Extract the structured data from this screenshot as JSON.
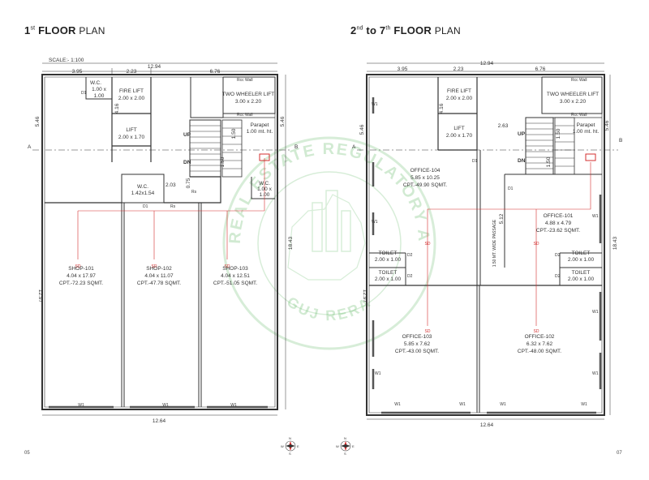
{
  "left_plan": {
    "title_prefix": "1",
    "title_sup": "st",
    "title_bold": "FLOOR",
    "title_light": "PLAN",
    "scale": "SCALE:- 1:100",
    "dims": {
      "total_width": "12.94",
      "w1": "3.95",
      "w2": "2.23",
      "w3": "6.76",
      "bottom_width": "12.64",
      "height_right": "18.43",
      "height_left": "12.97",
      "side_left": "5.46",
      "side_right": "5.46",
      "v416": "4.16",
      "v150a": "1.50",
      "v150b": "1.50",
      "h203": "2.03",
      "v075": "0.75"
    },
    "rooms": {
      "wc1_name": "W.C.",
      "wc1_size_a": "1.00 x",
      "wc1_size_b": "1.00",
      "fire_lift_name": "FIRE LIFT",
      "fire_lift_size": "2.00 x 2.00",
      "lift_name": "LIFT",
      "lift_size": "2.00 x 1.70",
      "two_wheeler_name": "TWO WHEELER LIFT",
      "two_wheeler_size": "3.00 x 2.20",
      "parapet_name": "Parapet",
      "parapet_ht": "1.00 mt. ht.",
      "wc2_name": "W.C.",
      "wc2_size": "1.42x1.54",
      "wc3_name": "W.C.",
      "wc3_size_a": "1.00 x",
      "wc3_size_b": "1.00",
      "shop1_name": "SHOP-101",
      "shop1_size": "4.04 x 17.97",
      "shop1_area": "CPT.-72.23 SQMT.",
      "shop2_name": "SHOP-102",
      "shop2_size": "4.04 x 11.07",
      "shop2_area": "CPT.-47.78 SQMT.",
      "shop3_name": "SHOP-103",
      "shop3_size": "4.04 x 12.51",
      "shop3_area": "CPT.-51.05 SQMT."
    },
    "labels": {
      "rcc_wall_1": "Rcc Wall",
      "rcc_wall_2": "Rcc Wall",
      "up": "UP",
      "dn": "DN",
      "sec_a": "A",
      "sec_b": "B",
      "d1": "D1",
      "rs": "Rs",
      "w1": "W1",
      "sd": "SD"
    },
    "page_number": "05"
  },
  "right_plan": {
    "title_prefix": "2",
    "title_sup1": "nd",
    "title_mid": " to 7",
    "title_sup2": "th",
    "title_bold": "FLOOR",
    "title_light": "PLAN",
    "dims": {
      "total_width": "12.94",
      "w1": "3.95",
      "w2": "2.23",
      "w3": "6.76",
      "bottom_width": "12.64",
      "height_right": "18.43",
      "height_left": "12.97",
      "side_left": "5.46",
      "side_right": "5.46",
      "v416": "4.16",
      "h263": "2.63",
      "v150a": "1.50",
      "v150b": "1.50",
      "v512": "5.12",
      "passage": "1.50 MT. WIDE PASSAGE"
    },
    "rooms": {
      "fire_lift_name": "FIRE LIFT",
      "fire_lift_size": "2.00 x 2.00",
      "lift_name": "LIFT",
      "lift_size": "2.00 x 1.70",
      "two_wheeler_name": "TWO WHEELER LIFT",
      "two_wheeler_size": "3.00 x 2.20",
      "parapet_name": "Parapet",
      "parapet_ht": "1.00 mt. ht.",
      "office104_name": "OFFICE-104",
      "office104_size": "5.85 x 10.25",
      "office104_area": "CPT.-49.90 SQMT.",
      "office101_name": "OFFICE-101",
      "office101_size": "4.88 x 4.79",
      "office101_area": "CPT.-23.62 SQMT.",
      "toilet1_name": "TOILET",
      "toilet1_size": "2.00 x 1.00",
      "toilet2_name": "TOILET",
      "toilet2_size": "2.00 x 1.00",
      "toilet3_name": "TOILET",
      "toilet3_size": "2.00 x 1.00",
      "toilet4_name": "TOILET",
      "toilet4_size": "2.00 x 1.00",
      "office103_name": "OFFICE-103",
      "office103_size": "5.85 x 7.62",
      "office103_area": "CPT.-43.00 SQMT.",
      "office102_name": "OFFICE-102",
      "office102_size": "6.32 x 7.62",
      "office102_area": "CPT.-48.00 SQMT."
    },
    "labels": {
      "rcc_wall_1": "Rcc Wall",
      "rcc_wall_2": "Rcc Wall",
      "up": "UP",
      "dn": "DN",
      "sec_a": "A",
      "sec_b": "B",
      "d1": "D1",
      "d2": "D2",
      "w1": "W1",
      "sd": "SD"
    },
    "page_number": "07"
  },
  "watermark": {
    "top_text": "GUJARAT REAL ESTATE REGULATORY AUTHORITY",
    "bottom_text": "GUJ RERA",
    "color": "#4caf50"
  },
  "compass": {
    "n": "N",
    "s": "S",
    "e": "E",
    "w": "W"
  },
  "colors": {
    "line": "#333333",
    "accent_red": "#d32f2f"
  }
}
